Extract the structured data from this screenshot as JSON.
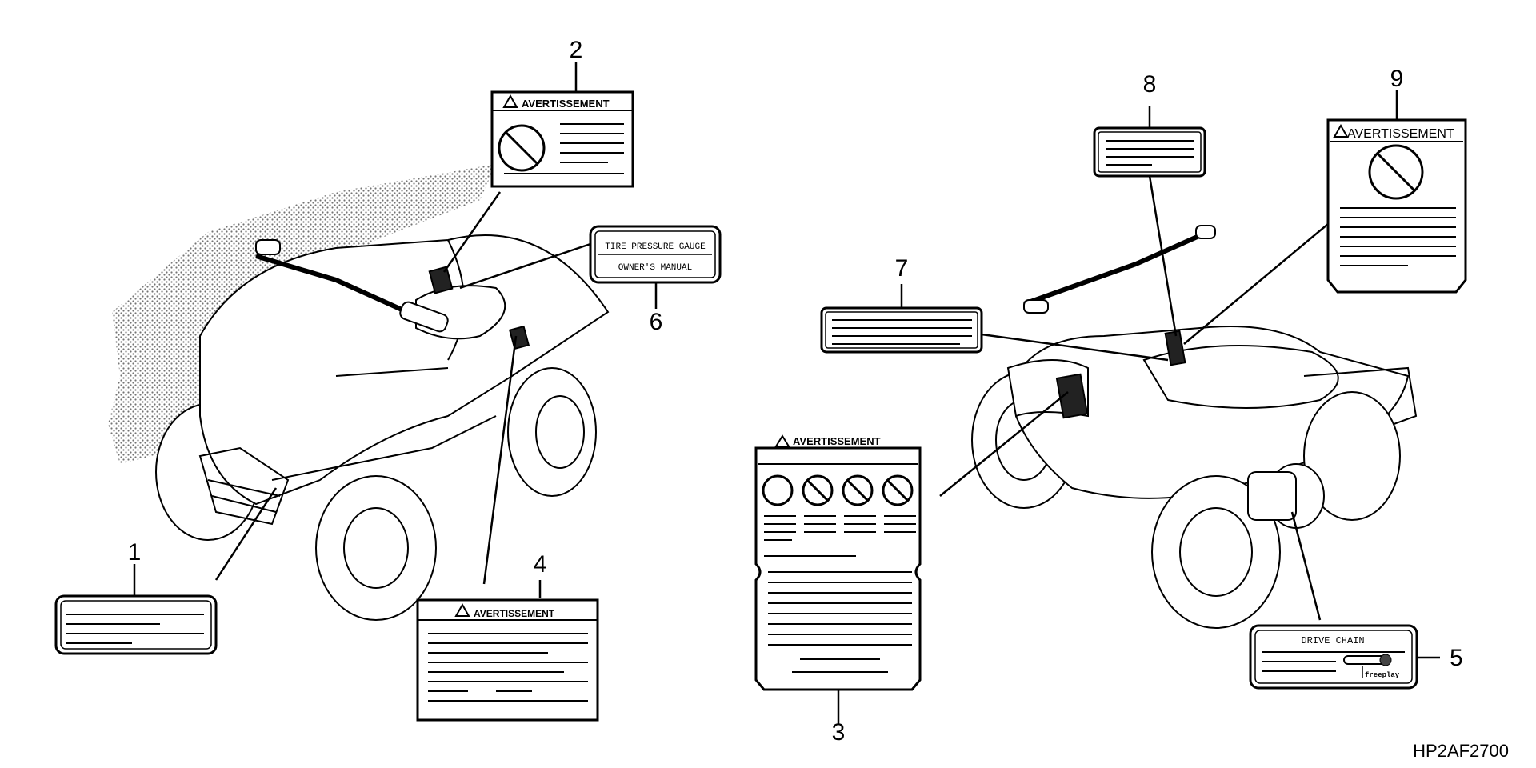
{
  "callouts": [
    "1",
    "2",
    "3",
    "4",
    "5",
    "6",
    "7",
    "8",
    "9"
  ],
  "labels": {
    "warning_word": "AVERTISSEMENT",
    "tire_line1": "TIRE PRESSURE GAUGE",
    "tire_line2": "OWNER'S MANUAL",
    "drive_chain": "DRIVE CHAIN",
    "freeplay": "freeplay"
  },
  "part_number": "HP2AF2700"
}
